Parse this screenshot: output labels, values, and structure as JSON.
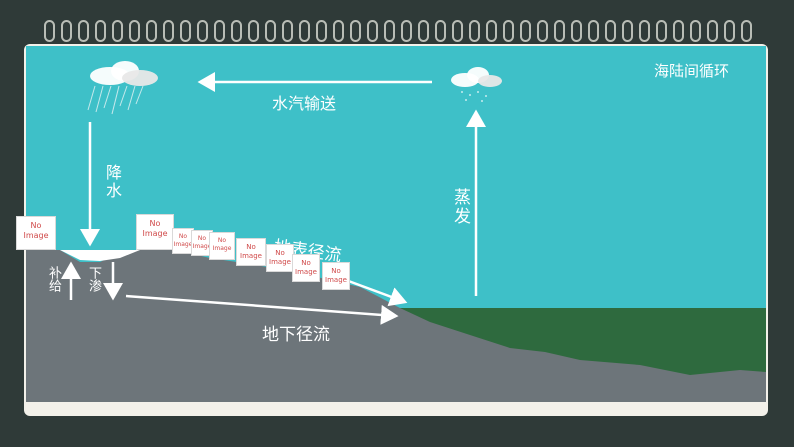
{
  "title": "海陆间循环",
  "labels": {
    "vapor_transport": "水汽输送",
    "precipitation": "降水",
    "evaporation": "蒸发",
    "surface_runoff": "地表径流",
    "underground_runoff": "地下径流",
    "recharge": "补给",
    "infiltration": "下渗"
  },
  "placeholder_text": "No Image",
  "colors": {
    "sky": "#3ec0c8",
    "land": "#6d757a",
    "sea": "#2e6a3e",
    "arrow": "#ffffff",
    "card": "#f3f1ea",
    "background": "#2f3a38"
  }
}
